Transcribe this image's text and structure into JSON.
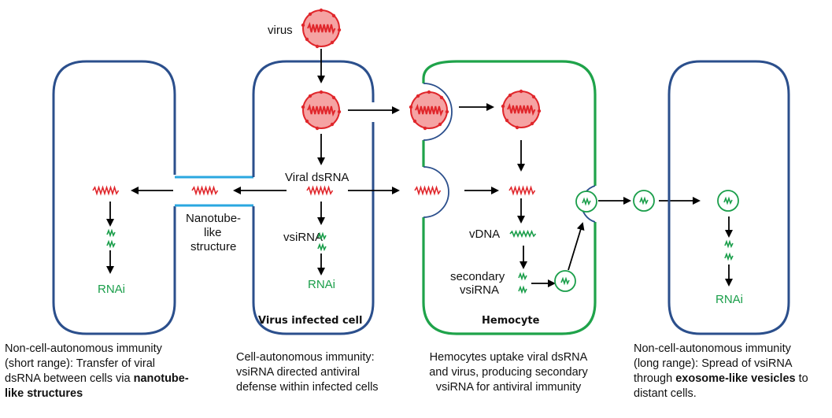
{
  "colors": {
    "cell_border": "#2b4f8c",
    "hemocyte_border": "#1fa34a",
    "virus_fill": "#f5a3a3",
    "virus_stroke": "#e0262b",
    "dsrna": "#e0262b",
    "sirna": "#1a9e4a",
    "nanotube": "#2aa7e0",
    "arrow": "#000000"
  },
  "labels": {
    "virus": "virus",
    "viral_dsrna": "Viral dsRNA",
    "nanotube_1": "Nanotube-",
    "nanotube_2": "like",
    "nanotube_3": "structure",
    "vsirna": "vsiRNA",
    "rnai_left": "RNAi",
    "rnai_center": "RNAi",
    "rnai_right": "RNAi",
    "vdna": "vDNA",
    "secondary_1": "secondary",
    "secondary_2": "vsiRNA",
    "virus_infected_cell": "Virus infected cell",
    "hemocyte": "Hemocyte"
  },
  "captions": {
    "short_range": {
      "line1": "Non-cell-autonomous immunity",
      "line2": "(short range): Transfer of viral",
      "line3_pre": "dsRNA between cells via ",
      "line3_bold": "nanotube-",
      "line4_bold": "like structures"
    },
    "cell_autonomous": {
      "line1": "Cell-autonomous immunity:",
      "line2": "vsiRNA directed antiviral",
      "line3": "defense within infected cells"
    },
    "hemocyte": {
      "line1": "Hemocytes uptake viral dsRNA",
      "line2": "and virus, producing secondary",
      "line3": "vsiRNA for antiviral immunity"
    },
    "long_range": {
      "line1": "Non-cell-autonomous immunity",
      "line2": "(long range): Spread of vsiRNA",
      "line3_pre": "through ",
      "line3_bold": "exosome-like vesicles",
      "line3_post": " to",
      "line4": "distant cells."
    }
  }
}
